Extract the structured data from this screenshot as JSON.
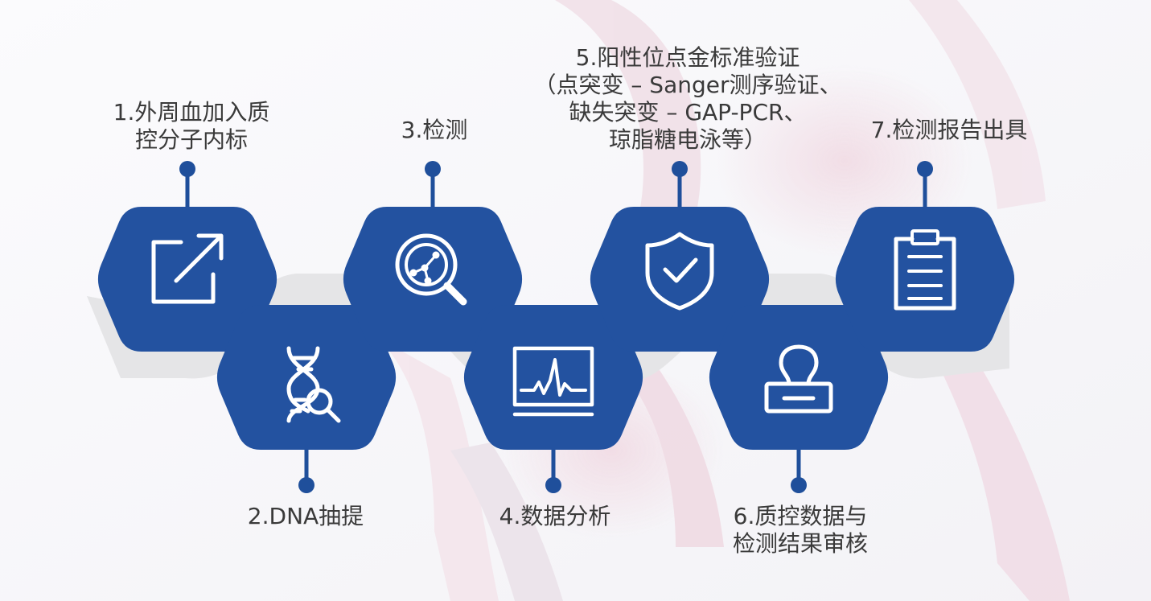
{
  "colors": {
    "hex_fill": "#2352a0",
    "band": "#e5e5e7",
    "connector": "#1f4f9b",
    "icon": "#ffffff",
    "text": "#3a3a3a"
  },
  "steps": [
    {
      "lines": [
        "1.外周血加入质",
        "控分子内标"
      ],
      "icon": "external-link-icon"
    },
    {
      "lines": [
        "2.DNA抽提"
      ],
      "icon": "dna-search-icon"
    },
    {
      "lines": [
        "3.检测"
      ],
      "icon": "molecule-search-icon"
    },
    {
      "lines": [
        "4.数据分析"
      ],
      "icon": "waveform-monitor-icon"
    },
    {
      "lines": [
        "5.阳性位点金标准验证",
        "（点突变 – Sanger测序验证、",
        "缺失突变 – GAP-PCR、",
        "琼脂糖电泳等）"
      ],
      "icon": "shield-check-icon"
    },
    {
      "lines": [
        "6.质控数据与",
        "检测结果审核"
      ],
      "icon": "stamp-icon"
    },
    {
      "lines": [
        "7.检测报告出具"
      ],
      "icon": "clipboard-icon"
    }
  ]
}
